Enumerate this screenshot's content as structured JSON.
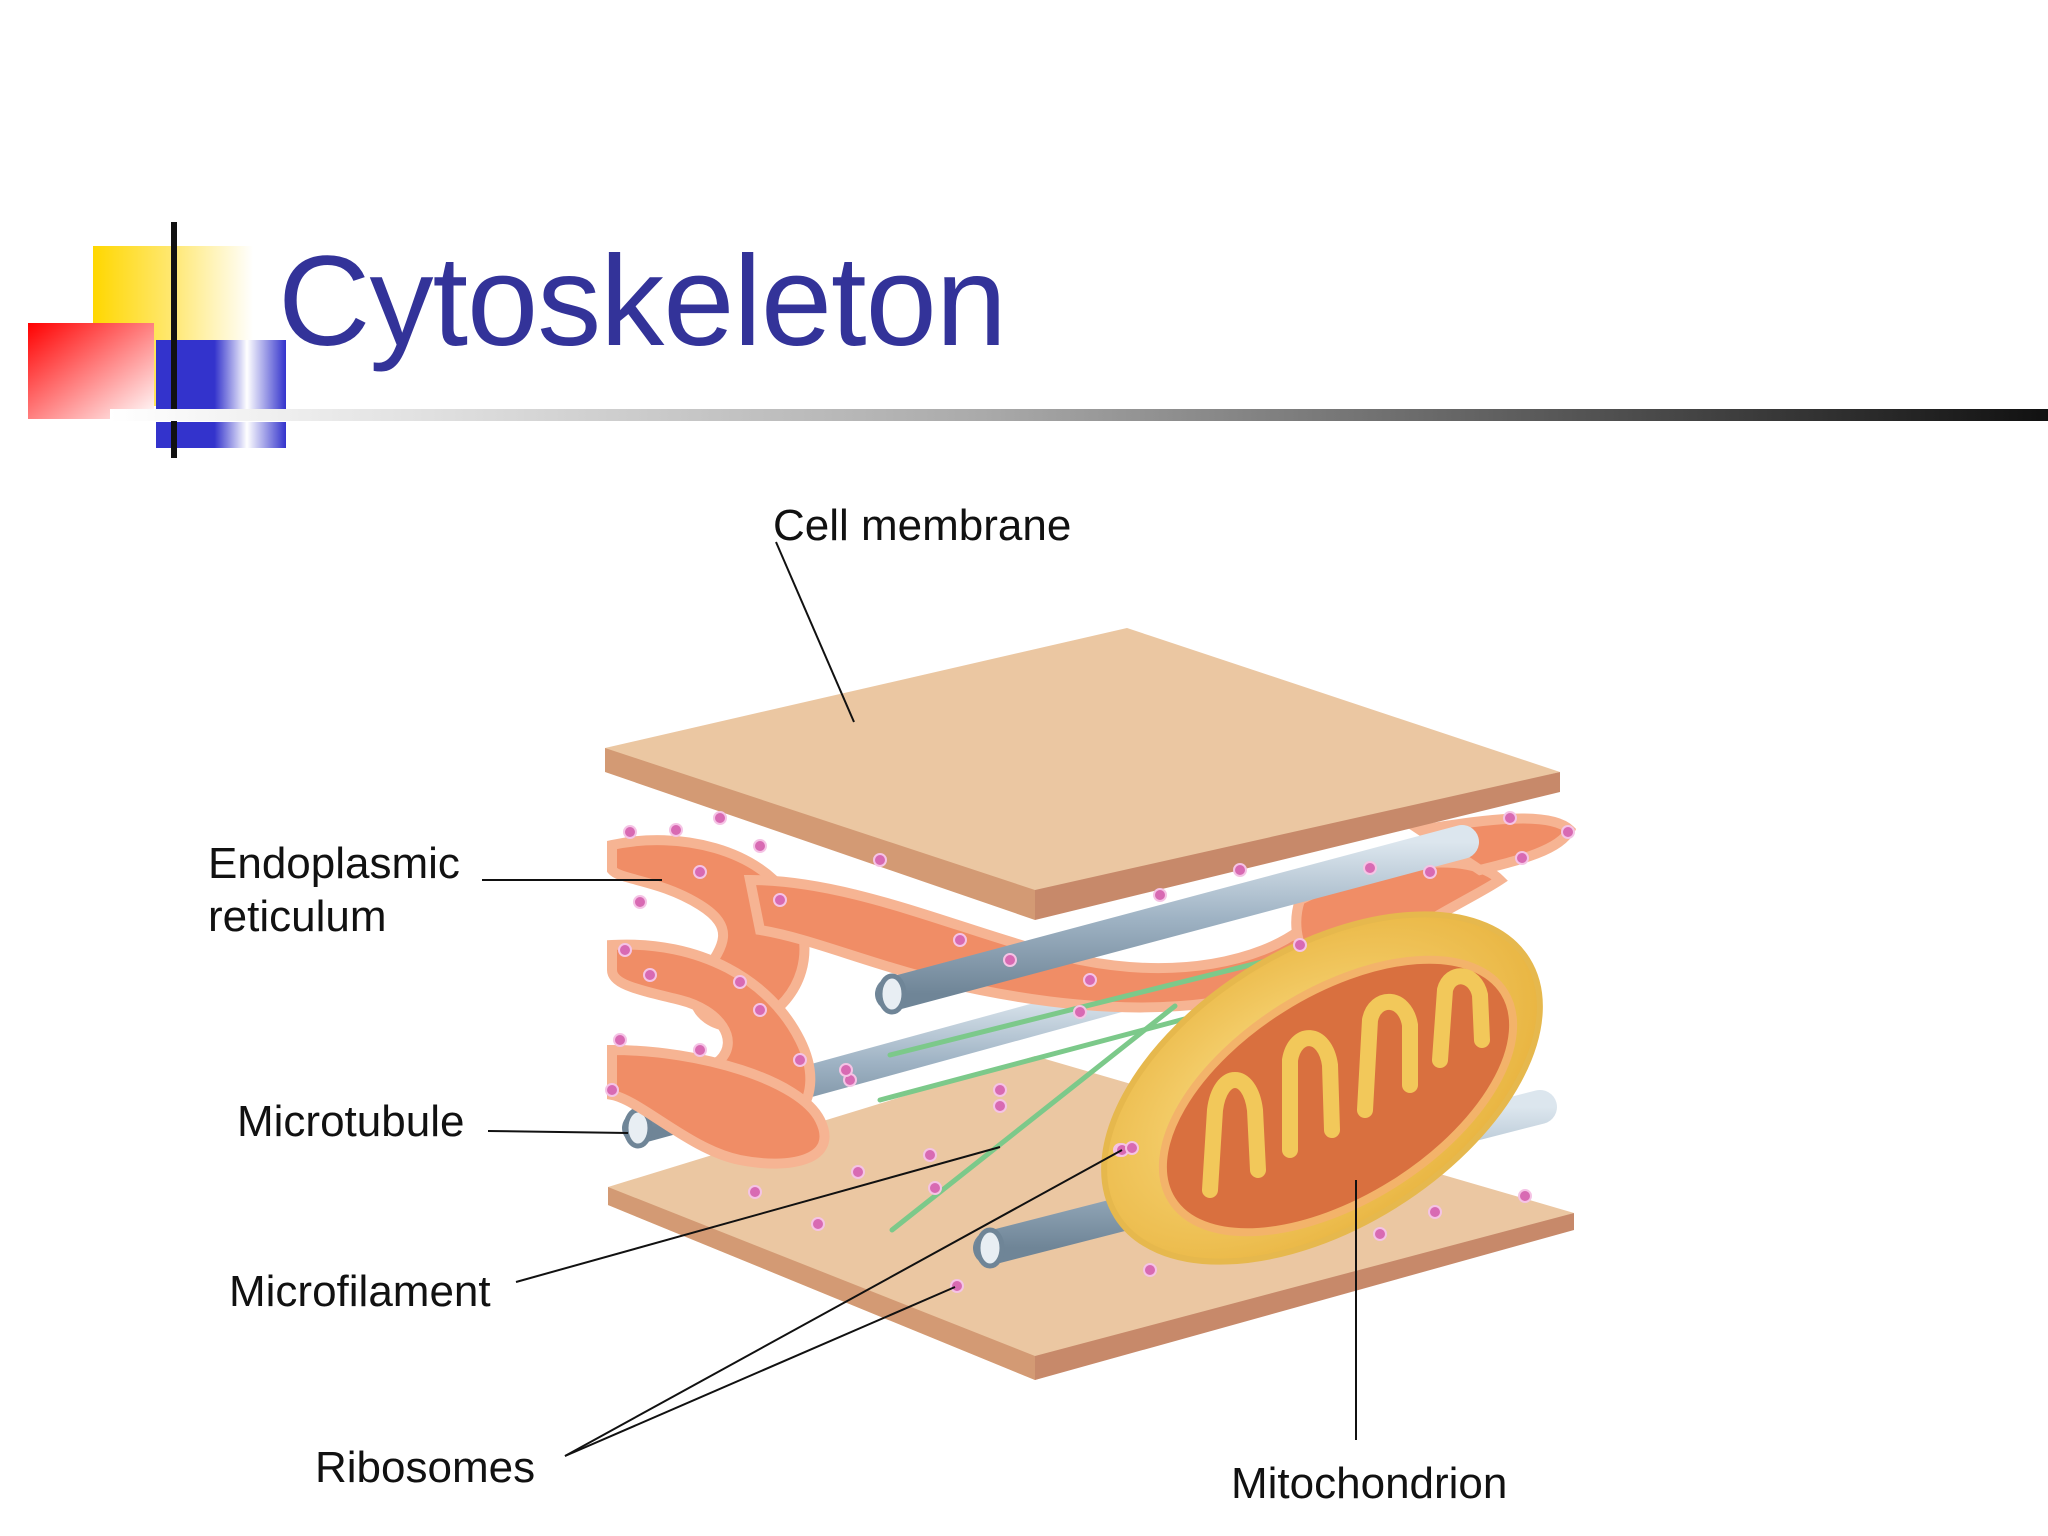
{
  "slide": {
    "title": "Cytoskeleton"
  },
  "diagram": {
    "labels": {
      "cell_membrane": "Cell membrane",
      "er_line1": "Endoplasmic",
      "er_line2": "reticulum",
      "microtubule": "Microtubule",
      "microfilament": "Microfilament",
      "ribosomes": "Ribosomes",
      "mitochondrion": "Mitochondrion"
    }
  },
  "colors": {
    "title": "#333399",
    "membrane": "#E9C39C",
    "membrane_edge": "#D39A74",
    "er": "#F08D66",
    "microtubule": "#9FB3C4",
    "microfilament": "#7CC98A",
    "mitochondrion": "#F2C85A",
    "ribosome": "#D86AB3"
  }
}
